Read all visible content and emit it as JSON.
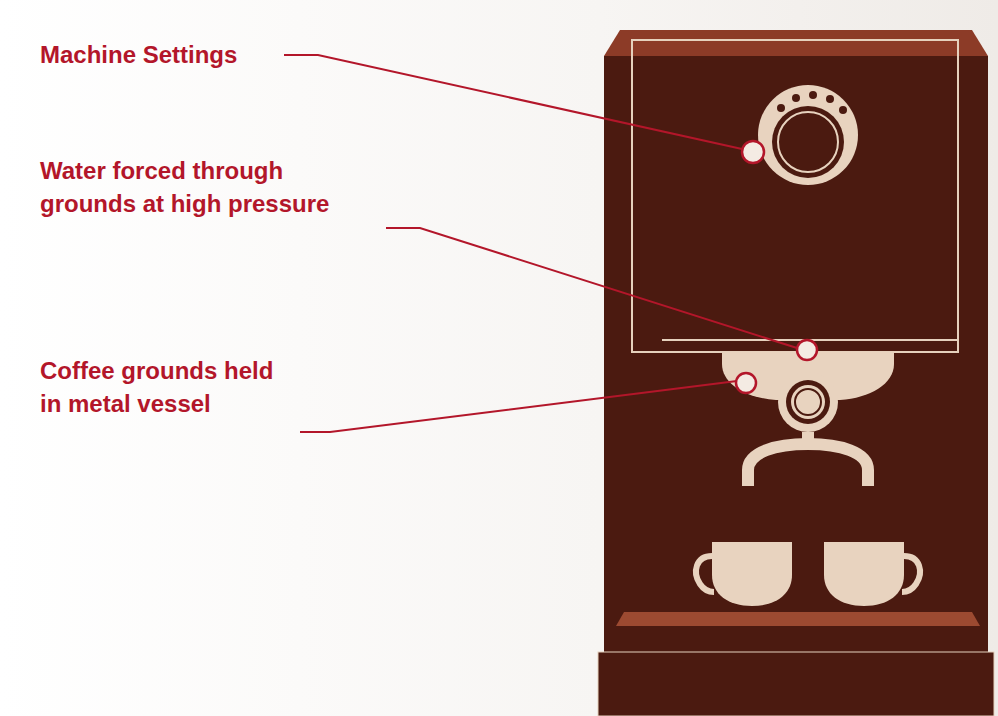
{
  "diagram": {
    "labels": [
      "Machine Settings",
      "Water forced through grounds at high pressure",
      "Coffee grounds held in metal vessel"
    ]
  }
}
